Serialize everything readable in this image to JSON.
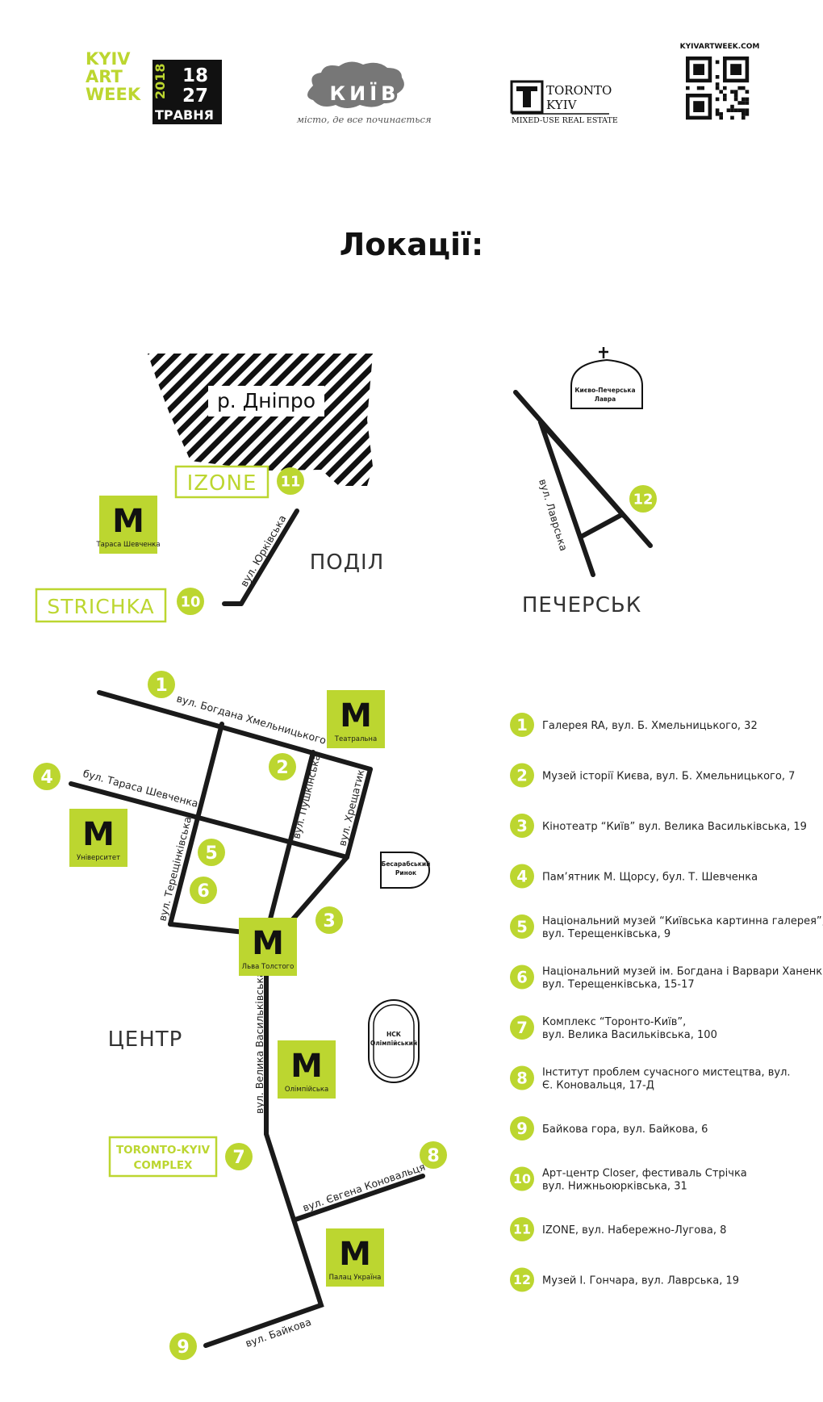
{
  "header": {
    "kaw": {
      "line1": "KYIV",
      "line2": "ART",
      "line3": "WEEK",
      "year": "2018",
      "date1": "18",
      "date2": "27",
      "month": "ТРАВНЯ"
    },
    "kyiv_logo": {
      "name": "КИЇВ",
      "tagline": "місто, де все починається"
    },
    "toronto_logo": {
      "line1": "TORONTO",
      "line2": "KYIV",
      "sub": "MIXED-USE REAL ESTATE"
    },
    "qr_url": "KYIVARTWEEK.COM"
  },
  "title": "Локації:",
  "map": {
    "river": "р. Дніпро",
    "districts": {
      "podil": "ПОДІЛ",
      "pechersk": "ПЕЧЕРСЬК",
      "center": "ЦЕНТР"
    },
    "streets": {
      "yurkivska": "вул. Юрківська",
      "lavrska": "вул. Лаврська",
      "khmelnytskoho": "вул. Богдана Хмельницького",
      "shevchenka": "бул. Тараса Шевченка",
      "pushkinska": "вул. Пушкінська",
      "khreshchatyk": "вул. Хрещатик",
      "tereshchenkivska": "вул. Терещінківська",
      "vasylkivska": "вул. Велика Васильківська",
      "konovaltsia": "вул. Євгена Коновальця",
      "baikova": "вул. Байкова"
    },
    "metro": {
      "symbol": "M",
      "shevchenka": "Тараса Шевченка",
      "teatralna": "Театральна",
      "universytet": "Університет",
      "tolstoho": "Льва Толстого",
      "olimpiiska": "Олімпійська",
      "palats": "Палац Україна"
    },
    "landmarks": {
      "lavra_l1": "Києво-Печерська",
      "lavra_l2": "Лавра",
      "rynok_l1": "Бесарабський",
      "rynok_l2": "Ринок",
      "nsk_l1": "НСК",
      "nsk_l2": "Олімпійський"
    },
    "venues": {
      "izone": "IZONE",
      "strichka": "STRICHKA",
      "tk_l1": "TORONTO-KYIV",
      "tk_l2": "COMPLEX"
    },
    "markers": [
      "1",
      "2",
      "3",
      "4",
      "5",
      "6",
      "7",
      "8",
      "9",
      "10",
      "11",
      "12"
    ]
  },
  "legend": [
    {
      "num": "1",
      "lines": [
        "Галерея RA, вул. Б. Хмельницького, 32"
      ]
    },
    {
      "num": "2",
      "lines": [
        "Музей історії Києва, вул. Б. Хмельницького, 7"
      ]
    },
    {
      "num": "3",
      "lines": [
        "Кінотеатр “Київ” вул. Велика Васильківська, 19"
      ]
    },
    {
      "num": "4",
      "lines": [
        "Пам’ятник М. Щорсу, бул. Т. Шевченка"
      ]
    },
    {
      "num": "5",
      "lines": [
        "Національний музей “Київська картинна галерея”,",
        "вул. Терещенківська, 9"
      ]
    },
    {
      "num": "6",
      "lines": [
        "Національний музей ім. Богдана і Варвари Ханенків,",
        "вул. Терещенківська, 15-17"
      ]
    },
    {
      "num": "7",
      "lines": [
        "Комплекс “Торонто-Київ”,",
        "вул. Велика Васильківська, 100"
      ]
    },
    {
      "num": "8",
      "lines": [
        "Інститут проблем сучасного мистецтва, вул.",
        "Є. Коновальця, 17-Д"
      ]
    },
    {
      "num": "9",
      "lines": [
        "Байкова гора, вул. Байкова, 6"
      ]
    },
    {
      "num": "10",
      "lines": [
        "Арт-центр Closer, фестиваль Стрічка",
        "вул. Нижньоюрківська, 31"
      ]
    },
    {
      "num": "11",
      "lines": [
        "IZONE, вул. Набережно-Лугова, 8"
      ]
    },
    {
      "num": "12",
      "lines": [
        "Музей І. Гончара, вул. Лаврська, 19"
      ]
    }
  ],
  "colors": {
    "accent": "#bcd630",
    "ink": "#1a1a1a"
  }
}
